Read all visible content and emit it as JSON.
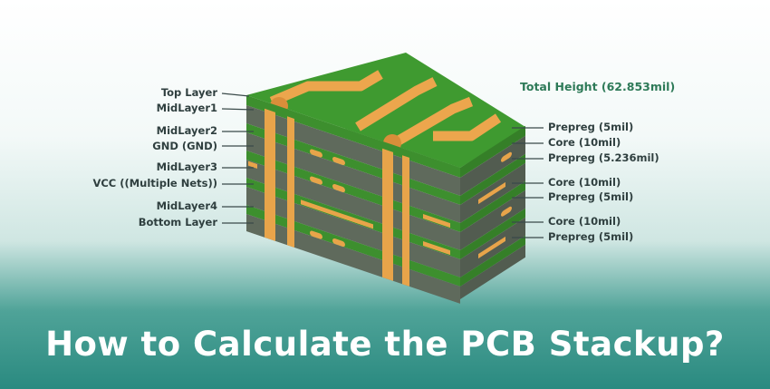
{
  "total_height": "Total Height (62.853mil)",
  "left_labels": [
    "Top Layer",
    "MidLayer1",
    "MidLayer2",
    "GND (GND)",
    "MidLayer3",
    "VCC ((Multiple Nets))",
    "MidLayer4",
    "Bottom Layer"
  ],
  "right_labels": [
    "Prepreg (5mil)",
    "Core (10mil)",
    "Prepreg (5.236mil)",
    "Core (10mil)",
    "Prepreg (5mil)",
    "Core (10mil)",
    "Prepreg (5mil)"
  ],
  "title": "How to Calculate the PCB Stackup?",
  "colors": {
    "green": "#3d8f2e",
    "gray": "#5f6a5c",
    "copper": "#e8a44a",
    "teal": "#2a8a80"
  }
}
